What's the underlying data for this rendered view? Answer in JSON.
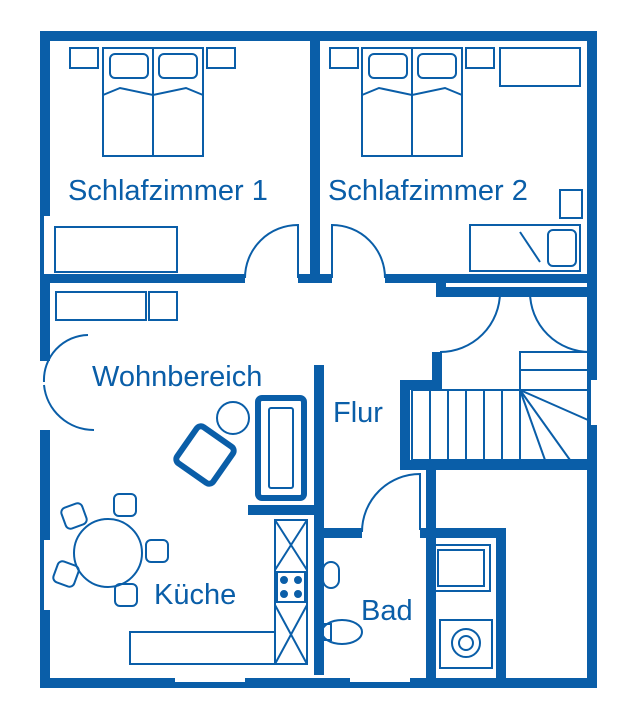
{
  "floor_plan": {
    "colors": {
      "walls": "#0a5ea8",
      "furniture": "#0a5ea8",
      "background": "#ffffff"
    },
    "rooms": {
      "bedroom1": "Schlafzimmer 1",
      "bedroom2": "Schlafzimmer 2",
      "living": "Wohnbereich",
      "hallway": "Flur",
      "kitchen": "Küche",
      "bathroom": "Bad"
    }
  }
}
